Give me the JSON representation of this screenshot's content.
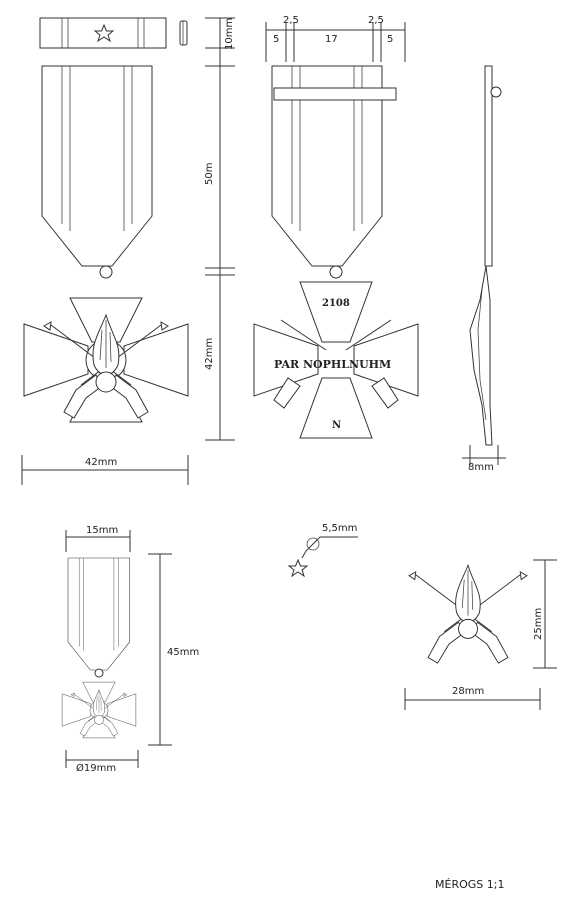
{
  "labels": {
    "ribbon_bar_height": "10mm",
    "dim_2_5_left": "2,5",
    "dim_5_left": "5",
    "dim_17": "17",
    "dim_2_5_right": "2,5",
    "dim_5_right": "5",
    "ribbon_length": "50m",
    "cross_height": "42mm",
    "cross_width": "42mm",
    "side_thickness": "8mm",
    "reverse_top_text": "2108",
    "reverse_center_text": "PAR NOPHLNUHM",
    "reverse_bottom_text": "N",
    "mini_ribbon_width": "15mm",
    "mini_height": "45mm",
    "mini_diameter": "Ø19mm",
    "star_diameter": "5,5mm",
    "emblem_height": "25mm",
    "emblem_width": "28mm",
    "scale_note": "MÉROGS 1;1"
  }
}
